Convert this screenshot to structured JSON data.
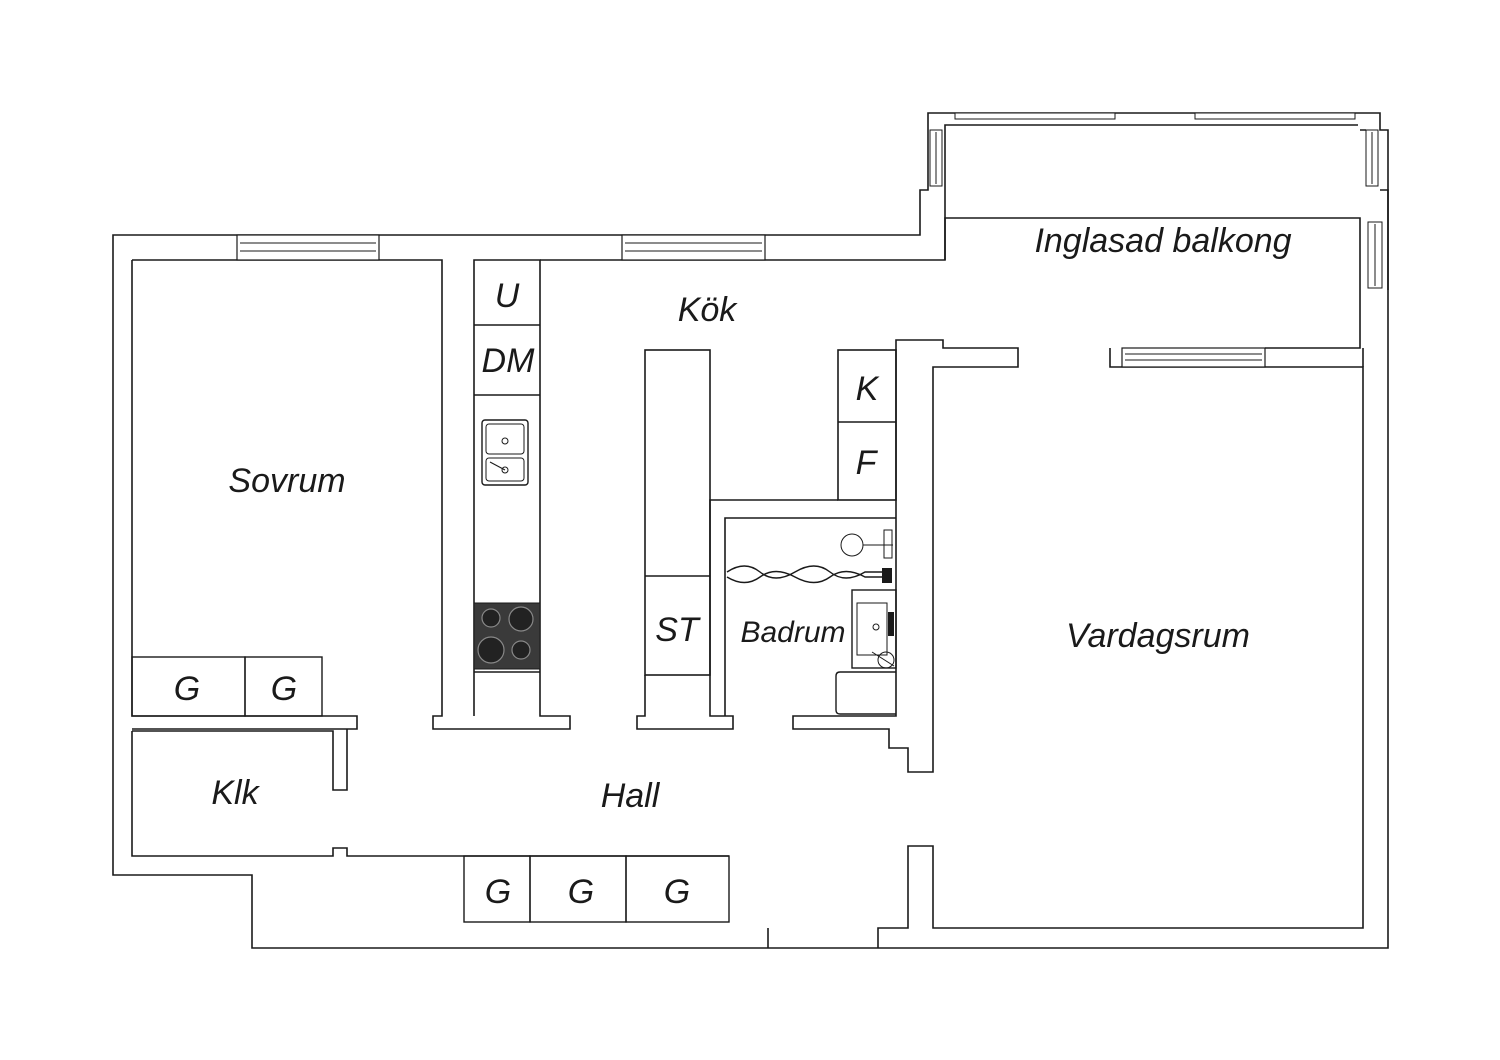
{
  "rooms": {
    "sovrum": "Sovrum",
    "kok": "Kök",
    "balkong": "Inglasad balkong",
    "vardagsrum": "Vardagsrum",
    "badrum": "Badrum",
    "hall": "Hall",
    "klk": "Klk"
  },
  "fixtures": {
    "u": "U",
    "dm": "DM",
    "k": "K",
    "f": "F",
    "st": "ST",
    "g": "G"
  }
}
